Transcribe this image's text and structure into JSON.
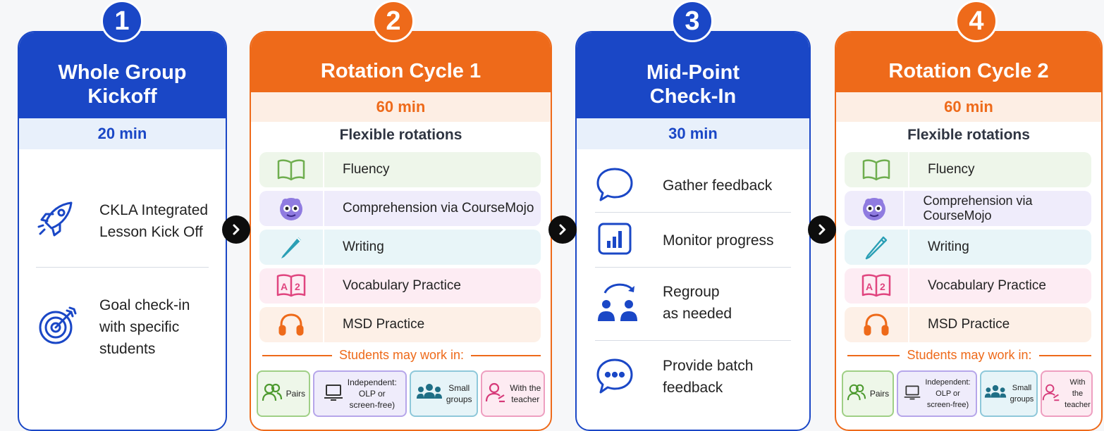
{
  "steps": [
    {
      "number": "1",
      "title_line1": "Whole Group",
      "title_line2": "Kickoff",
      "duration": "20 min",
      "items": [
        {
          "icon": "rocket-icon",
          "line1": "CKLA Integrated",
          "line2": "Lesson Kick Off"
        },
        {
          "icon": "target-icon",
          "line1": "Goal check-in",
          "line2": "with specific",
          "line3": "students"
        }
      ]
    },
    {
      "number": "2",
      "title": "Rotation Cycle 1",
      "duration": "60 min",
      "subtitle": "Flexible rotations",
      "activities": [
        "Fluency",
        "Comprehension via CourseMojo",
        "Writing",
        "Vocabulary Practice",
        "MSD Practice"
      ],
      "work_label": "Students may work in:",
      "options": {
        "pairs": "Pairs",
        "ind1": "Independent:",
        "ind2": "OLP or",
        "ind3": "screen-free)",
        "small1": "Small",
        "small2": "groups",
        "teacher1": "With the",
        "teacher2": "teacher"
      }
    },
    {
      "number": "3",
      "title_line1": "Mid-Point",
      "title_line2": "Check-In",
      "duration": "30 min",
      "items": [
        {
          "icon": "speech-bubble-icon",
          "line1": "Gather feedback"
        },
        {
          "icon": "bar-chart-icon",
          "line1": "Monitor progress"
        },
        {
          "icon": "regroup-icon",
          "line1": "Regroup",
          "line2": "as needed"
        },
        {
          "icon": "chat-dots-icon",
          "line1": "Provide batch",
          "line2": "feedback"
        }
      ]
    },
    {
      "number": "4",
      "title": "Rotation Cycle 2",
      "duration": "60 min",
      "subtitle": "Flexible rotations",
      "activities": [
        "Fluency",
        "Comprehension via CourseMojo",
        "Writing",
        "Vocabulary Practice",
        "MSD Practice"
      ],
      "work_label": "Students may work in:",
      "options": {
        "pairs": "Pairs",
        "ind1": "Independent:",
        "ind2": "OLP or",
        "ind3": "screen-free)",
        "small1": "Small",
        "small2": "groups",
        "teacher1": "With the",
        "teacher2": "teacher"
      }
    }
  ],
  "colors": {
    "blue": "#1a47c6",
    "orange": "#ee6a1a"
  }
}
